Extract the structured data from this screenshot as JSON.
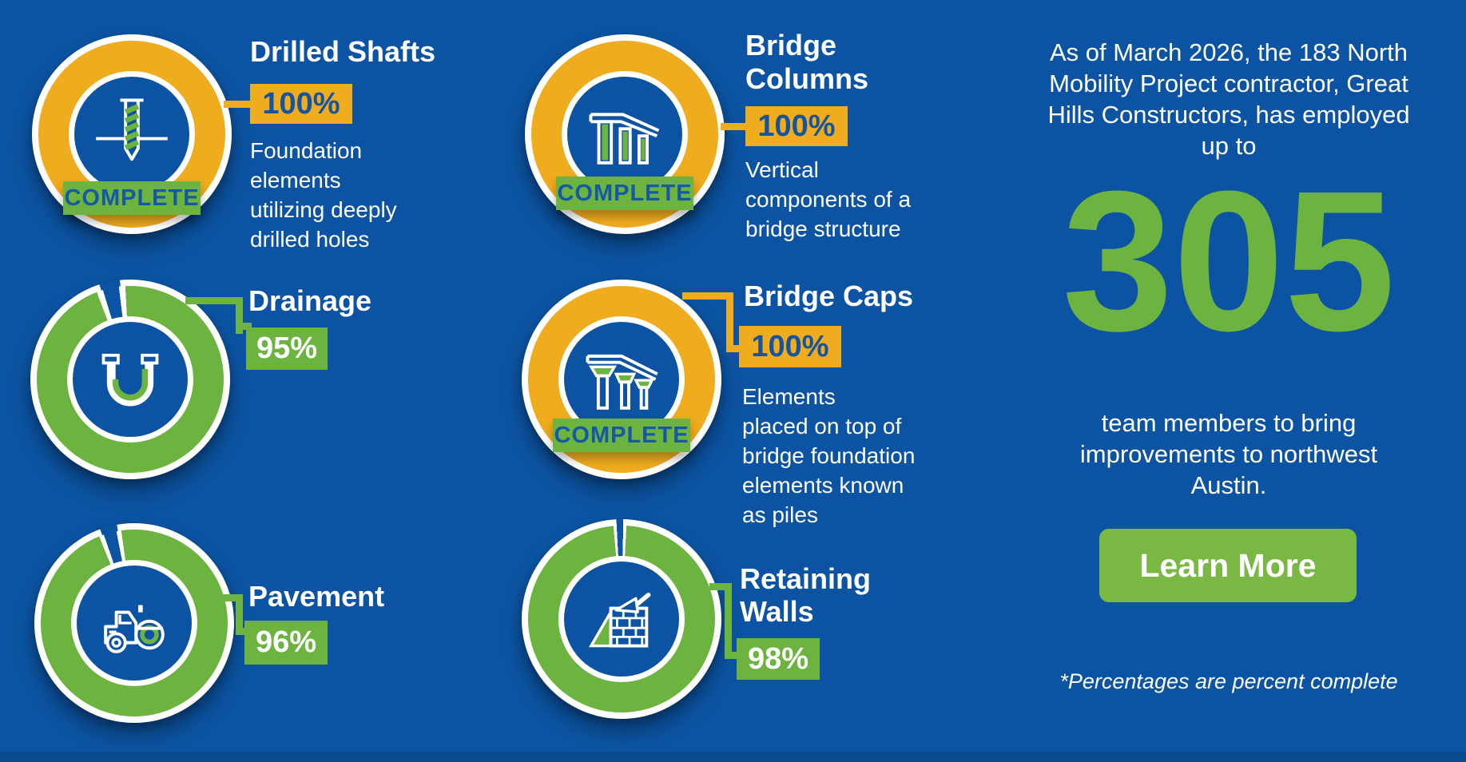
{
  "theme": {
    "background_blue": "#0c54a3",
    "bottom_bar_blue": "#0b4a8c",
    "gold": "#efac1f",
    "green": "#6cb33f",
    "button_green": "#79b843",
    "badge_text_blue": "#15549f",
    "text_white": "#ffffff"
  },
  "labels": {
    "complete": "COMPLETE"
  },
  "items": [
    {
      "title": "Drilled Shafts",
      "percent_label": "100%",
      "percent": 100,
      "status": "COMPLETE",
      "description": "Foundation\nelements\nutilizing deeply\ndrilled holes",
      "icon": "drill-icon",
      "ring_color": "#efac1f"
    },
    {
      "title": "Bridge\nColumns",
      "percent_label": "100%",
      "percent": 100,
      "status": "COMPLETE",
      "description": "Vertical\ncomponents of a\nbridge structure",
      "icon": "bridge-columns-icon",
      "ring_color": "#efac1f"
    },
    {
      "title": "Drainage",
      "percent_label": "95%",
      "percent": 95,
      "status": "",
      "description": "",
      "icon": "drainage-pipe-icon",
      "ring_color": "#6cb33f"
    },
    {
      "title": "Bridge Caps",
      "percent_label": "100%",
      "percent": 100,
      "status": "COMPLETE",
      "description": "Elements\nplaced on top of\nbridge foundation\nelements known\nas piles",
      "icon": "bridge-caps-icon",
      "ring_color": "#efac1f"
    },
    {
      "title": "Pavement",
      "percent_label": "96%",
      "percent": 96,
      "status": "",
      "description": "",
      "icon": "road-roller-icon",
      "ring_color": "#6cb33f"
    },
    {
      "title": "Retaining\nWalls",
      "percent_label": "98%",
      "percent": 98,
      "status": "",
      "description": "",
      "icon": "retaining-wall-icon",
      "ring_color": "#6cb33f"
    }
  ],
  "right_panel": {
    "intro": "As of March 2026, the 183 North\nMobility Project contractor, Great\nHills Constructors, has employed\nup to",
    "big_number": "305",
    "outro": "team members to bring\nimprovements to northwest\nAustin.",
    "button_label": "Learn More",
    "footnote": "*Percentages are percent complete"
  },
  "chart_data": {
    "type": "pie",
    "subtype": "donut-progress-gauges",
    "units": "percent complete",
    "title": "183 North Mobility Project construction progress",
    "series": [
      {
        "label": "Drilled Shafts",
        "value": 100,
        "status": "COMPLETE",
        "color": "#efac1f"
      },
      {
        "label": "Bridge Columns",
        "value": 100,
        "status": "COMPLETE",
        "color": "#efac1f"
      },
      {
        "label": "Drainage",
        "value": 95,
        "status": "",
        "color": "#6cb33f"
      },
      {
        "label": "Bridge Caps",
        "value": 100,
        "status": "COMPLETE",
        "color": "#efac1f"
      },
      {
        "label": "Pavement",
        "value": 96,
        "status": "",
        "color": "#6cb33f"
      },
      {
        "label": "Retaining Walls",
        "value": 98,
        "status": "",
        "color": "#6cb33f"
      }
    ],
    "annotations": [
      "As of March 2026, the 183 North Mobility Project contractor, Great Hills Constructors, has employed up to 305 team members to bring improvements to northwest Austin.",
      "*Percentages are percent complete"
    ]
  }
}
